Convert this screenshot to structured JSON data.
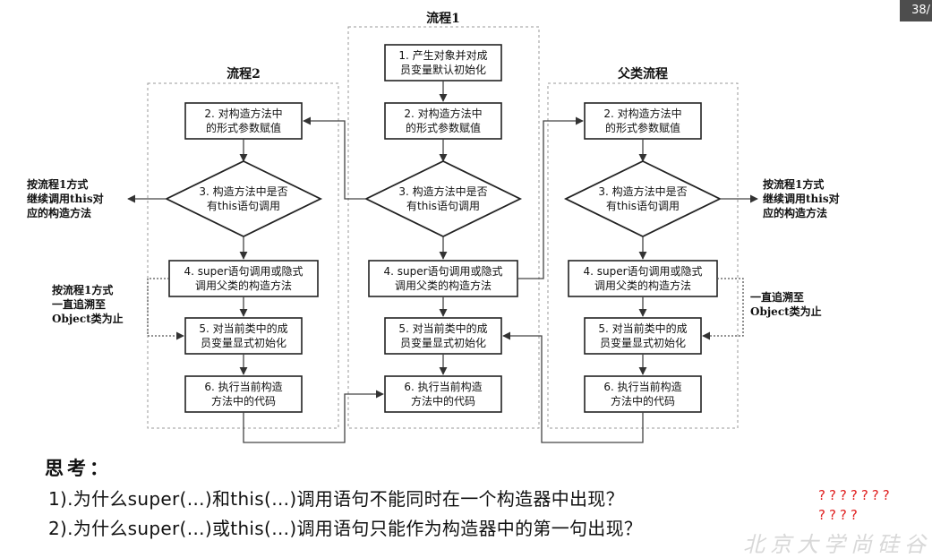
{
  "page_badge": "38/",
  "flows": {
    "flow1_title": "流程1",
    "flow2_title": "流程2",
    "parent_title": "父类流程"
  },
  "boxes": {
    "step1": [
      "1. 产生对象并对成",
      "员变量默认初始化"
    ],
    "step2": [
      "2. 对构造方法中",
      "的形式参数赋值"
    ],
    "step3": [
      "3. 构造方法中是否",
      "有this语句调用"
    ],
    "step4": [
      "4. super语句调用或隐式",
      "调用父类的构造方法"
    ],
    "step5": [
      "5. 对当前类中的成",
      "员变量显式初始化"
    ],
    "step6": [
      "6. 执行当前构造",
      "方法中的代码"
    ]
  },
  "notes": {
    "left_this": [
      "按流程1方式",
      "继续调用this对",
      "应的构造方法"
    ],
    "right_this": [
      "按流程1方式",
      "继续调用this对",
      "应的构造方法"
    ],
    "left_super": [
      "按流程1方式",
      "一直追溯至",
      "Object类为止"
    ],
    "right_super": [
      "一直追溯至",
      "Object类为止"
    ]
  },
  "think": {
    "heading": "思考：",
    "q1": "1).为什么super(…)和this(…)调用语句不能同时在一个构造器中出现？",
    "q2": "2).为什么super(…)或this(…)调用语句只能作为构造器中的第一句出现？",
    "marks1": "???????",
    "marks2": "????"
  },
  "watermark": "北京大学尚硅谷"
}
